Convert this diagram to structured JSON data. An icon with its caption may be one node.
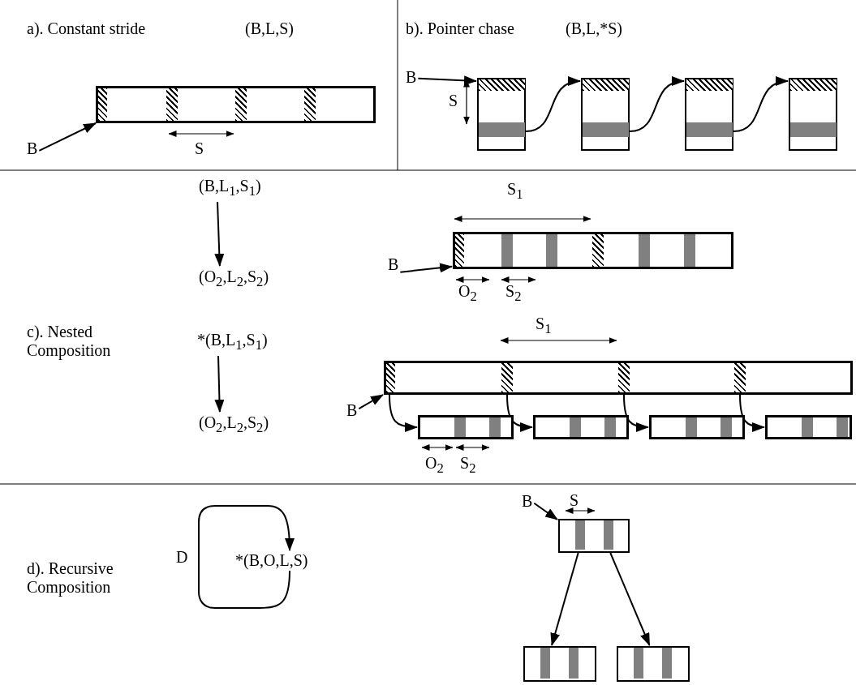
{
  "diagram": {
    "nodes": [
      {
        "text": [
          "B"
        ]
      },
      {
        "text": [],
        "shape": "bar"
      },
      {
        "text": [
          "B"
        ]
      },
      {
        "text": [],
        "shape": "box"
      },
      {
        "text": [],
        "shape": "box"
      },
      {
        "text": [],
        "shape": "box"
      },
      {
        "text": [],
        "shape": "box"
      },
      {
        "text": [
          "(B,L$_{1}$,S$_{1}$)"
        ]
      },
      {
        "text": [
          "(O$_{2}$,L$_{2}$,S$_{2}$)"
        ]
      },
      {
        "text": [
          "B"
        ]
      },
      {
        "text": [],
        "shape": "bar"
      },
      {
        "text": [
          "*(B,L$_{1}$,S$_{1}$)"
        ]
      },
      {
        "text": [
          "(O$_{2}$,L$_{2}$,S$_{2}$)"
        ]
      },
      {
        "text": [
          "B"
        ]
      },
      {
        "text": [],
        "shape": "bar"
      },
      {
        "text": [],
        "shape": "bar"
      },
      {
        "text": [],
        "shape": "bar"
      },
      {
        "text": [],
        "shape": "bar"
      },
      {
        "text": [],
        "shape": "bar"
      },
      {
        "text": [
          "*(B,O,L,S)"
        ]
      },
      {
        "text": [
          "B"
        ]
      },
      {
        "text": [],
        "shape": "box"
      },
      {
        "text": [],
        "shape": "box"
      },
      {
        "text": [],
        "shape": "box"
      }
    ],
    "edges": [
      {
        "from": 0,
        "to": 1,
        "arrow": "to"
      },
      {
        "from": 2,
        "to": 3,
        "arrow": "to"
      },
      {
        "from": 3,
        "to": 4,
        "arrow": "to"
      },
      {
        "from": 4,
        "to": 5,
        "arrow": "to"
      },
      {
        "from": 5,
        "to": 6,
        "arrow": "to"
      },
      {
        "from": 7,
        "to": 8,
        "arrow": "to"
      },
      {
        "from": 9,
        "to": 10,
        "arrow": "to"
      },
      {
        "from": 11,
        "to": 12,
        "arrow": "to"
      },
      {
        "from": 13,
        "to": 14,
        "arrow": "to"
      },
      {
        "from": 14,
        "to": 15,
        "arrow": "to"
      },
      {
        "from": 14,
        "to": 16,
        "arrow": "to"
      },
      {
        "from": 14,
        "to": 17,
        "arrow": "to"
      },
      {
        "from": 14,
        "to": 18,
        "arrow": "to"
      },
      {
        "from": 19,
        "to": 19,
        "arrow": "to",
        "label": "D"
      },
      {
        "from": 20,
        "to": 21,
        "arrow": "to"
      },
      {
        "from": 21,
        "to": 22,
        "arrow": "to"
      },
      {
        "from": 21,
        "to": 23,
        "arrow": "to"
      }
    ],
    "labels": [
      "a). Constant stride",
      "(B,L,S)",
      "b). Pointer chase",
      "(B,L,*S)",
      "S",
      "S",
      "S$_{1}$",
      "O$_{2}$",
      "S$_{2}$",
      "c). Nested Composition",
      "S$_{1}$",
      "O$_{2}$",
      "S$_{2}$",
      "S",
      "d). Recursive Composition"
    ]
  }
}
